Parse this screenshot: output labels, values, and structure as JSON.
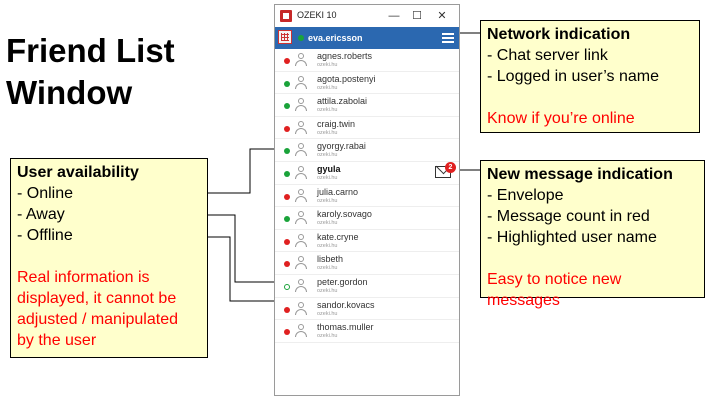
{
  "heading": {
    "line1": "Friend List",
    "line2": "Window"
  },
  "window": {
    "title": "OZEKI 10",
    "controls": {
      "minimize": "—",
      "maximize": "☐",
      "close": "✕"
    },
    "network": {
      "user": "eva.ericsson",
      "status_color": "#1aa33a"
    }
  },
  "contacts": [
    {
      "name": "agnes.roberts",
      "domain": "ozeki.hu",
      "status": "offline"
    },
    {
      "name": "agota.postenyi",
      "domain": "ozeki.hu",
      "status": "online"
    },
    {
      "name": "attila.zabolai",
      "domain": "ozeki.hu",
      "status": "online"
    },
    {
      "name": "craig.twin",
      "domain": "ozeki.hu",
      "status": "offline"
    },
    {
      "name": "gyorgy.rabai",
      "domain": "ozeki.hu",
      "status": "online"
    },
    {
      "name": "gyula",
      "domain": "ozeki.hu",
      "status": "online",
      "highlighted": true
    },
    {
      "name": "julia.carno",
      "domain": "ozeki.hu",
      "status": "offline"
    },
    {
      "name": "karoly.sovago",
      "domain": "ozeki.hu",
      "status": "online"
    },
    {
      "name": "kate.cryne",
      "domain": "ozeki.hu",
      "status": "offline"
    },
    {
      "name": "lisbeth",
      "domain": "ozeki.hu",
      "status": "offline"
    },
    {
      "name": "peter.gordon",
      "domain": "ozeki.hu",
      "status": "away"
    },
    {
      "name": "sandor.kovacs",
      "domain": "ozeki.hu",
      "status": "offline"
    },
    {
      "name": "thomas.muller",
      "domain": "ozeki.hu",
      "status": "offline"
    }
  ],
  "new_message": {
    "count": "2"
  },
  "callouts": {
    "network": {
      "title": "Network indication",
      "lines": [
        "- Chat server link",
        "- Logged in user’s name"
      ],
      "note": "Know if you’re online"
    },
    "availability": {
      "title": "User availability",
      "lines": [
        "- Online",
        "- Away",
        "- Offline"
      ],
      "note": [
        "Real information is",
        "displayed, it cannot be",
        "adjusted / manipulated",
        "by the user"
      ]
    },
    "new_message": {
      "title": "New message indication",
      "lines": [
        "- Envelope",
        "- Message count in red",
        "- Highlighted user name"
      ],
      "note": "Easy to notice new messages"
    }
  },
  "colors": {
    "online": "#1aa33a",
    "offline": "#e02020",
    "away": "#1aa33a",
    "accent": "#2b68b0",
    "callout_bg": "#ffffcc",
    "note_red": "#ff0000"
  }
}
